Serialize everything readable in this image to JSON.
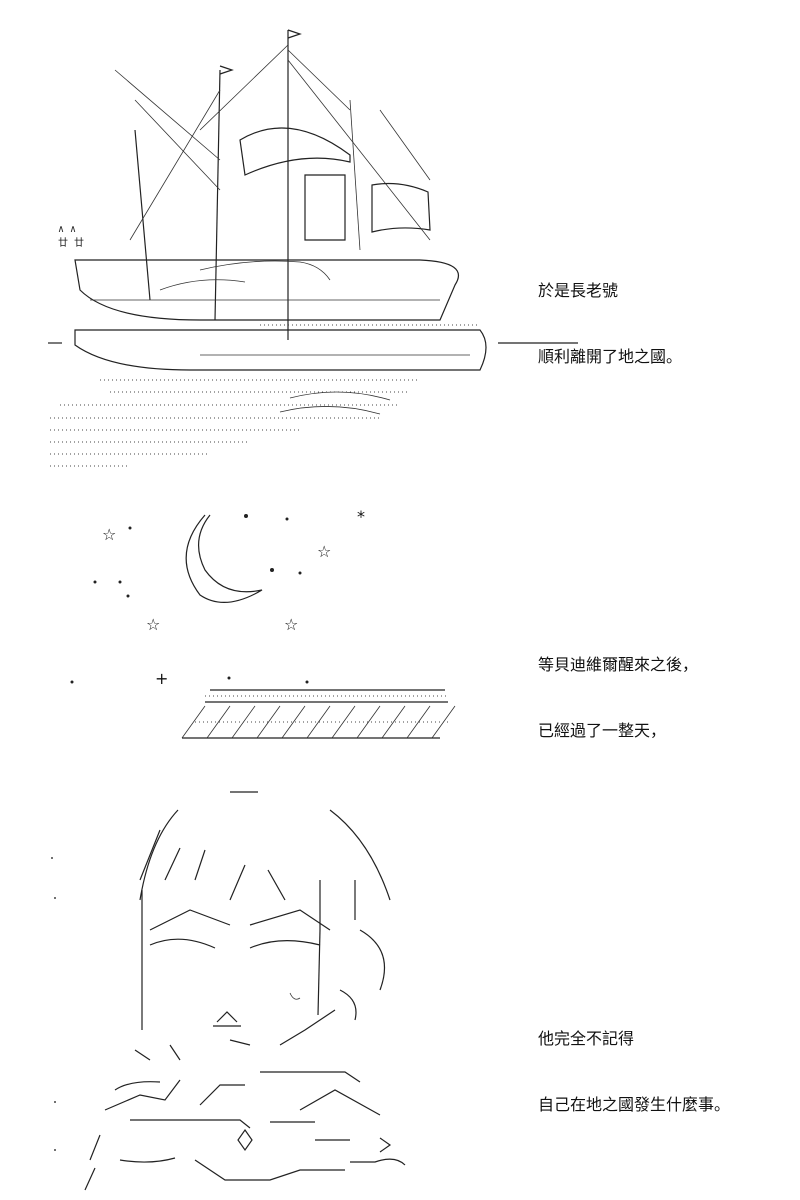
{
  "captions": {
    "scene1": {
      "line1": "於是長老號",
      "line2": "順利離開了地之國。"
    },
    "scene2": {
      "line1": "等貝迪維爾醒來之後，",
      "line2": "已經過了一整天，"
    },
    "scene3": {
      "line1": "他完全不記得",
      "line2": "自己在地之國發生什麼事。"
    }
  },
  "art": {
    "star_glyph": "☆",
    "sparkle_glyph": "*",
    "plus_glyph": "+",
    "dot_glyph": "。"
  }
}
